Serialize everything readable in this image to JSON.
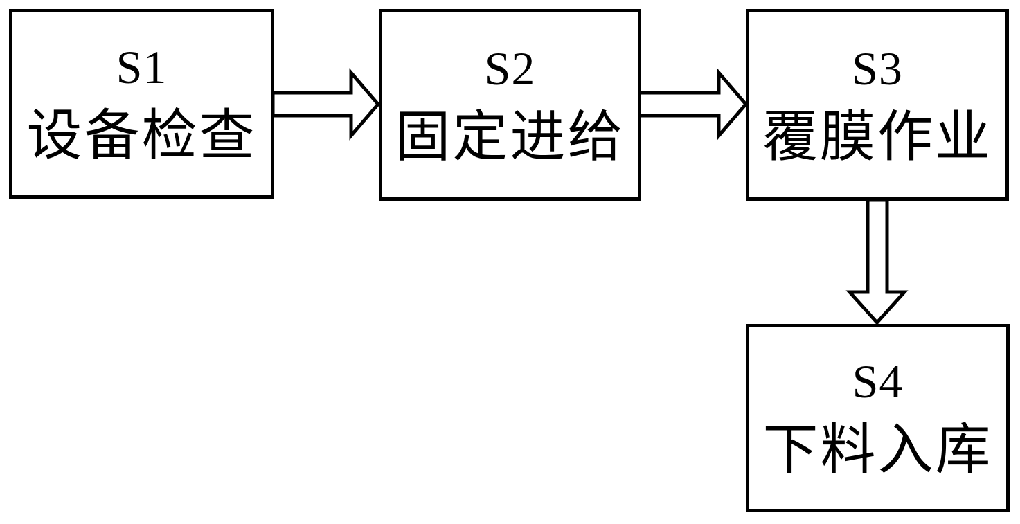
{
  "figure": {
    "type": "flowchart",
    "background_color": "#ffffff",
    "line_color": "#000000",
    "box_fill_color": "#ffffff",
    "steps": [
      {
        "id": "S1",
        "label": "设备检查"
      },
      {
        "id": "S2",
        "label": "固定进给"
      },
      {
        "id": "S3",
        "label": "覆膜作业"
      },
      {
        "id": "S4",
        "label": "下料入库"
      }
    ],
    "connections": [
      {
        "from": "S1",
        "to": "S2",
        "direction": "right",
        "style": "hollow-block-arrow"
      },
      {
        "from": "S2",
        "to": "S3",
        "direction": "right",
        "style": "hollow-block-arrow"
      },
      {
        "from": "S3",
        "to": "S4",
        "direction": "down",
        "style": "hollow-block-arrow"
      }
    ]
  }
}
